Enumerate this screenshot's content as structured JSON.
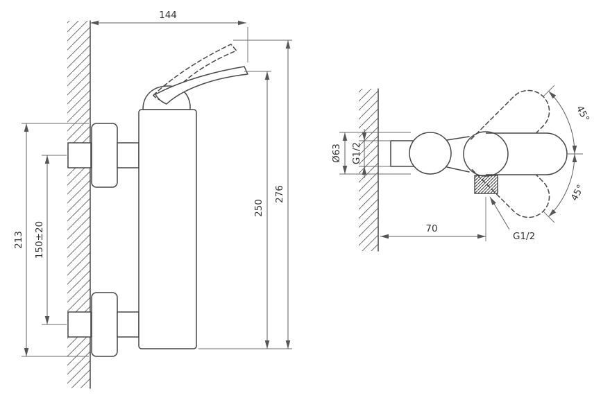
{
  "drawing": {
    "title": "wall-mounted shower mixer dimensional drawing",
    "side_view": {
      "width": "144",
      "overall_height": "276",
      "body_height": "250",
      "flange_span": "213",
      "inlet_spacing": "150±20"
    },
    "front_view": {
      "flange_diameter": "Ø63",
      "inlet_thread": "G1/2",
      "wall_offset": "70",
      "outlet_thread": "G1/2",
      "swivel_angle_up": "45°",
      "swivel_angle_down": "45°"
    }
  }
}
